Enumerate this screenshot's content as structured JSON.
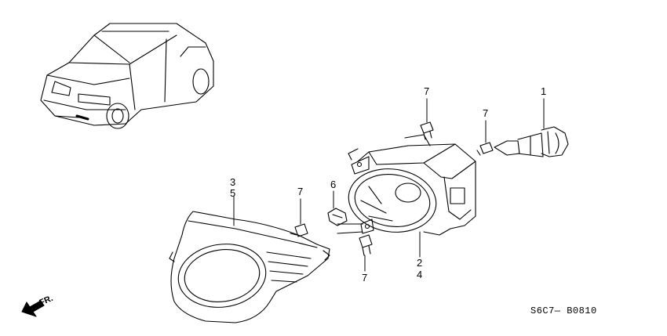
{
  "callouts": {
    "c1": "1",
    "c2": "2",
    "c3": "3",
    "c4": "4",
    "c5": "5",
    "c6": "6",
    "c7a": "7",
    "c7b": "7",
    "c7c": "7",
    "c7d": "7"
  },
  "front_indicator": "FR.",
  "diagram_code": "S6C7— B0810",
  "colors": {
    "line": "#000000",
    "background": "#ffffff"
  }
}
